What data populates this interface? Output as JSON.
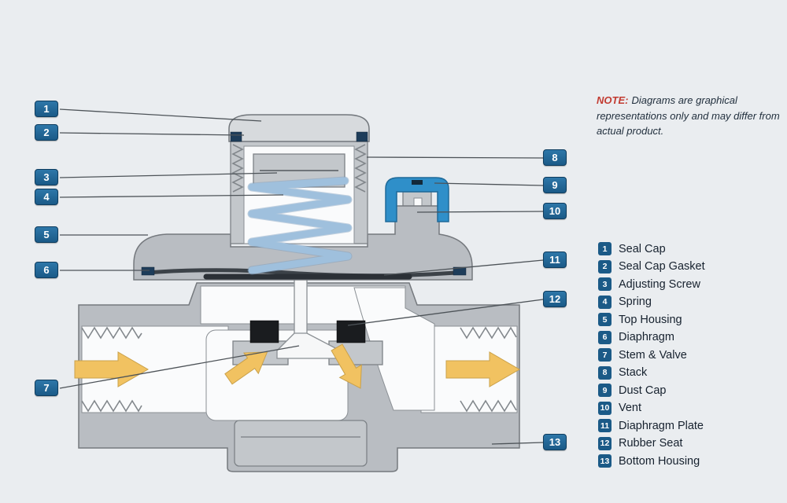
{
  "note": {
    "prefix": "NOTE:",
    "text": "Diagrams are graphical representations only and may differ from actual product."
  },
  "legend": {
    "items": [
      {
        "num": "1",
        "label": "Seal Cap"
      },
      {
        "num": "2",
        "label": "Seal Cap Gasket"
      },
      {
        "num": "3",
        "label": "Adjusting Screw"
      },
      {
        "num": "4",
        "label": "Spring"
      },
      {
        "num": "5",
        "label": "Top Housing"
      },
      {
        "num": "6",
        "label": "Diaphragm"
      },
      {
        "num": "7",
        "label": "Stem & Valve"
      },
      {
        "num": "8",
        "label": "Stack"
      },
      {
        "num": "9",
        "label": "Dust Cap"
      },
      {
        "num": "10",
        "label": "Vent"
      },
      {
        "num": "11",
        "label": "Diaphragm Plate"
      },
      {
        "num": "12",
        "label": "Rubber Seat"
      },
      {
        "num": "13",
        "label": "Bottom Housing"
      }
    ]
  },
  "colors": {
    "background": "#eaedf0",
    "badge": "#1b5a87",
    "note_accent": "#c23b31",
    "body_gray": "#b9bdc2",
    "spring_blue": "#9fc0dd",
    "arrow_yellow": "#f1c261",
    "dust_cap_blue": "#2f8fc9"
  }
}
